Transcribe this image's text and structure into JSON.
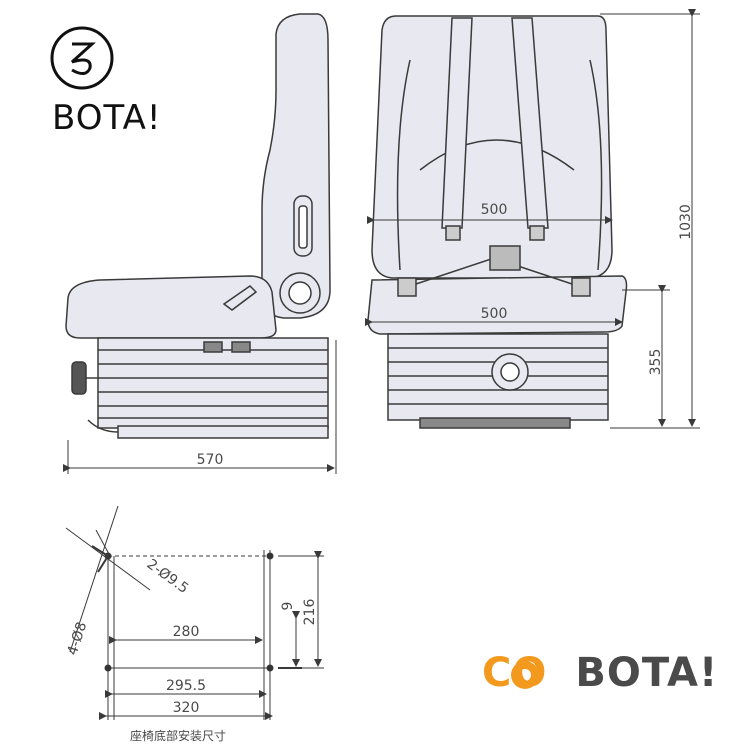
{
  "logo_top": {
    "text": "BOTA!"
  },
  "logo_bottom": {
    "part1": "CO",
    "part2": "BOTA!"
  },
  "dimensions": {
    "side_width": "570",
    "front_top_width": "500",
    "front_seat_width": "500",
    "total_height": "1030",
    "base_height": "355"
  },
  "mounting": {
    "holes_large": "2-Ø9.5",
    "holes_small": "4-Ø8",
    "width_280": "280",
    "width_295": "295.5",
    "width_320": "320",
    "height_216": "216",
    "offset_9": "9",
    "caption": "座椅底部安装尺寸"
  },
  "colors": {
    "seat_fill": "#e8e8f0",
    "line": "#3a3a3a",
    "orange": "#f39a1e",
    "gray": "#4a4a4a"
  }
}
